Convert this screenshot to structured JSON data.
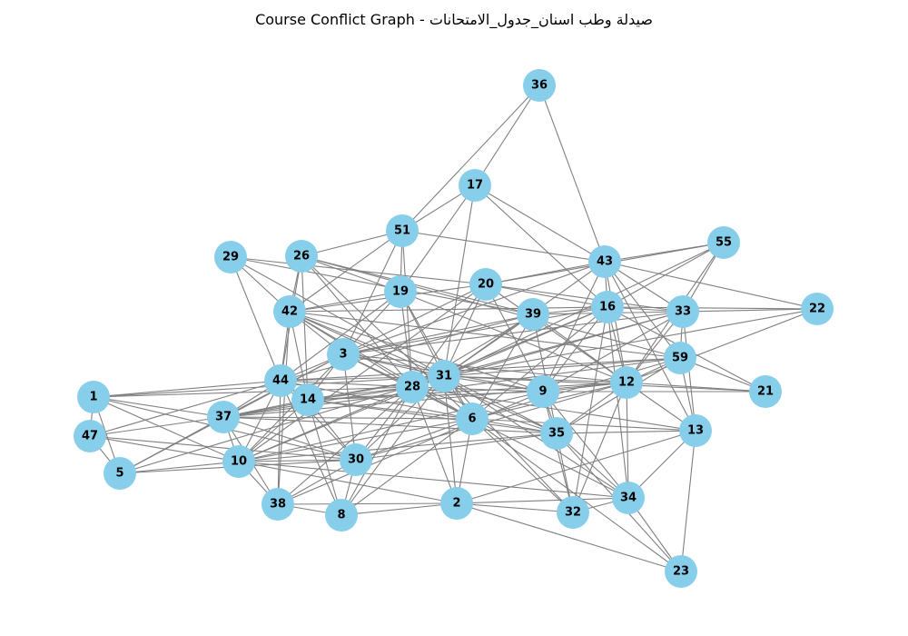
{
  "title": "Course Conflict Graph - صيدلة وطب اسنان_جدول_الامتحانات",
  "colors": {
    "node": "#87ceeb",
    "edge": "#808080",
    "label": "#000000",
    "background": "#ffffff"
  },
  "nodes": [
    {
      "id": "36",
      "label": "36"
    },
    {
      "id": "17",
      "label": "17"
    },
    {
      "id": "51",
      "label": "51"
    },
    {
      "id": "29",
      "label": "29"
    },
    {
      "id": "26",
      "label": "26"
    },
    {
      "id": "43",
      "label": "43"
    },
    {
      "id": "55",
      "label": "55"
    },
    {
      "id": "19",
      "label": "19"
    },
    {
      "id": "20",
      "label": "20"
    },
    {
      "id": "42",
      "label": "42"
    },
    {
      "id": "39",
      "label": "39"
    },
    {
      "id": "16",
      "label": "16"
    },
    {
      "id": "33",
      "label": "33"
    },
    {
      "id": "22",
      "label": "22"
    },
    {
      "id": "3",
      "label": "3"
    },
    {
      "id": "59",
      "label": "59"
    },
    {
      "id": "44",
      "label": "44"
    },
    {
      "id": "31",
      "label": "31"
    },
    {
      "id": "28",
      "label": "28"
    },
    {
      "id": "12",
      "label": "12"
    },
    {
      "id": "9",
      "label": "9"
    },
    {
      "id": "21",
      "label": "21"
    },
    {
      "id": "1",
      "label": "1"
    },
    {
      "id": "14",
      "label": "14"
    },
    {
      "id": "37",
      "label": "37"
    },
    {
      "id": "6",
      "label": "6"
    },
    {
      "id": "47",
      "label": "47"
    },
    {
      "id": "13",
      "label": "13"
    },
    {
      "id": "35",
      "label": "35"
    },
    {
      "id": "5",
      "label": "5"
    },
    {
      "id": "10",
      "label": "10"
    },
    {
      "id": "30",
      "label": "30"
    },
    {
      "id": "34",
      "label": "34"
    },
    {
      "id": "38",
      "label": "38"
    },
    {
      "id": "2",
      "label": "2"
    },
    {
      "id": "8",
      "label": "8"
    },
    {
      "id": "32",
      "label": "32"
    },
    {
      "id": "23",
      "label": "23"
    }
  ],
  "edges": [
    [
      "36",
      "17"
    ],
    [
      "36",
      "51"
    ],
    [
      "36",
      "43"
    ],
    [
      "17",
      "51"
    ],
    [
      "17",
      "19"
    ],
    [
      "17",
      "43"
    ],
    [
      "17",
      "16"
    ],
    [
      "17",
      "31"
    ],
    [
      "51",
      "26"
    ],
    [
      "51",
      "19"
    ],
    [
      "51",
      "43"
    ],
    [
      "51",
      "42"
    ],
    [
      "51",
      "28"
    ],
    [
      "51",
      "3"
    ],
    [
      "29",
      "42"
    ],
    [
      "29",
      "44"
    ],
    [
      "29",
      "39"
    ],
    [
      "29",
      "31"
    ],
    [
      "29",
      "20"
    ],
    [
      "26",
      "42"
    ],
    [
      "26",
      "44"
    ],
    [
      "26",
      "39"
    ],
    [
      "26",
      "59"
    ],
    [
      "26",
      "28"
    ],
    [
      "26",
      "6"
    ],
    [
      "26",
      "14"
    ],
    [
      "26",
      "19"
    ],
    [
      "43",
      "55"
    ],
    [
      "43",
      "20"
    ],
    [
      "43",
      "33"
    ],
    [
      "43",
      "12"
    ],
    [
      "43",
      "59"
    ],
    [
      "43",
      "13"
    ],
    [
      "43",
      "31"
    ],
    [
      "43",
      "22"
    ],
    [
      "43",
      "9"
    ],
    [
      "43",
      "16"
    ],
    [
      "43",
      "3"
    ],
    [
      "55",
      "16"
    ],
    [
      "55",
      "33"
    ],
    [
      "55",
      "12"
    ],
    [
      "55",
      "31"
    ],
    [
      "55",
      "20"
    ],
    [
      "19",
      "28"
    ],
    [
      "19",
      "31"
    ],
    [
      "19",
      "12"
    ],
    [
      "19",
      "3"
    ],
    [
      "19",
      "6"
    ],
    [
      "19",
      "44"
    ],
    [
      "19",
      "42"
    ],
    [
      "20",
      "42"
    ],
    [
      "20",
      "33"
    ],
    [
      "20",
      "12"
    ],
    [
      "20",
      "28"
    ],
    [
      "20",
      "31"
    ],
    [
      "20",
      "3"
    ],
    [
      "20",
      "9"
    ],
    [
      "20",
      "16"
    ],
    [
      "20",
      "10"
    ],
    [
      "42",
      "16"
    ],
    [
      "42",
      "3"
    ],
    [
      "42",
      "28"
    ],
    [
      "42",
      "31"
    ],
    [
      "42",
      "44"
    ],
    [
      "42",
      "35"
    ],
    [
      "42",
      "6"
    ],
    [
      "42",
      "14"
    ],
    [
      "42",
      "38"
    ],
    [
      "42",
      "59"
    ],
    [
      "42",
      "9"
    ],
    [
      "39",
      "3"
    ],
    [
      "39",
      "44"
    ],
    [
      "39",
      "28"
    ],
    [
      "39",
      "31"
    ],
    [
      "39",
      "16"
    ],
    [
      "39",
      "33"
    ],
    [
      "39",
      "12"
    ],
    [
      "39",
      "35"
    ],
    [
      "39",
      "6"
    ],
    [
      "16",
      "22"
    ],
    [
      "16",
      "33"
    ],
    [
      "16",
      "3"
    ],
    [
      "16",
      "31"
    ],
    [
      "16",
      "12"
    ],
    [
      "16",
      "28"
    ],
    [
      "16",
      "6"
    ],
    [
      "16",
      "9"
    ],
    [
      "16",
      "32"
    ],
    [
      "16",
      "21"
    ],
    [
      "16",
      "34"
    ],
    [
      "33",
      "22"
    ],
    [
      "33",
      "59"
    ],
    [
      "33",
      "12"
    ],
    [
      "33",
      "31"
    ],
    [
      "33",
      "28"
    ],
    [
      "33",
      "3"
    ],
    [
      "33",
      "13"
    ],
    [
      "33",
      "9"
    ],
    [
      "22",
      "31"
    ],
    [
      "22",
      "12"
    ],
    [
      "3",
      "44"
    ],
    [
      "3",
      "14"
    ],
    [
      "3",
      "31"
    ],
    [
      "3",
      "28"
    ],
    [
      "3",
      "10"
    ],
    [
      "3",
      "37"
    ],
    [
      "3",
      "5"
    ],
    [
      "3",
      "30"
    ],
    [
      "3",
      "6"
    ],
    [
      "3",
      "9"
    ],
    [
      "3",
      "12"
    ],
    [
      "59",
      "31"
    ],
    [
      "59",
      "12"
    ],
    [
      "59",
      "21"
    ],
    [
      "59",
      "44"
    ],
    [
      "59",
      "35"
    ],
    [
      "59",
      "13"
    ],
    [
      "59",
      "37"
    ],
    [
      "59",
      "6"
    ],
    [
      "44",
      "31"
    ],
    [
      "44",
      "28"
    ],
    [
      "44",
      "14"
    ],
    [
      "44",
      "10"
    ],
    [
      "44",
      "37"
    ],
    [
      "44",
      "47"
    ],
    [
      "44",
      "38"
    ],
    [
      "44",
      "8"
    ],
    [
      "44",
      "1"
    ],
    [
      "44",
      "30"
    ],
    [
      "44",
      "6"
    ],
    [
      "31",
      "12"
    ],
    [
      "31",
      "9"
    ],
    [
      "31",
      "6"
    ],
    [
      "31",
      "14"
    ],
    [
      "31",
      "28"
    ],
    [
      "31",
      "10"
    ],
    [
      "31",
      "30"
    ],
    [
      "31",
      "2"
    ],
    [
      "31",
      "35"
    ],
    [
      "31",
      "37"
    ],
    [
      "31",
      "32"
    ],
    [
      "31",
      "21"
    ],
    [
      "28",
      "9"
    ],
    [
      "28",
      "6"
    ],
    [
      "28",
      "35"
    ],
    [
      "28",
      "10"
    ],
    [
      "28",
      "37"
    ],
    [
      "28",
      "14"
    ],
    [
      "28",
      "8"
    ],
    [
      "28",
      "38"
    ],
    [
      "28",
      "2"
    ],
    [
      "28",
      "30"
    ],
    [
      "28",
      "1"
    ],
    [
      "12",
      "9"
    ],
    [
      "12",
      "21"
    ],
    [
      "12",
      "35"
    ],
    [
      "12",
      "32"
    ],
    [
      "12",
      "34"
    ],
    [
      "12",
      "13"
    ],
    [
      "12",
      "37"
    ],
    [
      "12",
      "6"
    ],
    [
      "9",
      "21"
    ],
    [
      "9",
      "35"
    ],
    [
      "9",
      "10"
    ],
    [
      "9",
      "14"
    ],
    [
      "1",
      "47"
    ],
    [
      "1",
      "5"
    ],
    [
      "1",
      "10"
    ],
    [
      "1",
      "37"
    ],
    [
      "1",
      "31"
    ],
    [
      "1",
      "30"
    ],
    [
      "14",
      "10"
    ],
    [
      "14",
      "37"
    ],
    [
      "14",
      "8"
    ],
    [
      "14",
      "35"
    ],
    [
      "14",
      "12"
    ],
    [
      "14",
      "30"
    ],
    [
      "14",
      "6"
    ],
    [
      "37",
      "47"
    ],
    [
      "37",
      "5"
    ],
    [
      "37",
      "10"
    ],
    [
      "37",
      "30"
    ],
    [
      "37",
      "38"
    ],
    [
      "37",
      "6"
    ],
    [
      "37",
      "35"
    ],
    [
      "6",
      "35"
    ],
    [
      "6",
      "2"
    ],
    [
      "6",
      "8"
    ],
    [
      "6",
      "10"
    ],
    [
      "6",
      "30"
    ],
    [
      "6",
      "32"
    ],
    [
      "6",
      "34"
    ],
    [
      "6",
      "23"
    ],
    [
      "6",
      "13"
    ],
    [
      "47",
      "5"
    ],
    [
      "47",
      "10"
    ],
    [
      "47",
      "30"
    ],
    [
      "13",
      "2"
    ],
    [
      "13",
      "23"
    ],
    [
      "13",
      "34"
    ],
    [
      "13",
      "35"
    ],
    [
      "13",
      "28"
    ],
    [
      "35",
      "10"
    ],
    [
      "35",
      "32"
    ],
    [
      "35",
      "34"
    ],
    [
      "35",
      "23"
    ],
    [
      "35",
      "30"
    ],
    [
      "5",
      "10"
    ],
    [
      "5",
      "30"
    ],
    [
      "5",
      "31"
    ],
    [
      "10",
      "38"
    ],
    [
      "10",
      "2"
    ],
    [
      "10",
      "34"
    ],
    [
      "10",
      "30"
    ],
    [
      "30",
      "38"
    ],
    [
      "30",
      "8"
    ],
    [
      "30",
      "12"
    ],
    [
      "34",
      "2"
    ],
    [
      "34",
      "23"
    ],
    [
      "34",
      "9"
    ],
    [
      "34",
      "32"
    ],
    [
      "34",
      "31"
    ],
    [
      "38",
      "8"
    ],
    [
      "38",
      "2"
    ],
    [
      "38",
      "9"
    ],
    [
      "2",
      "8"
    ],
    [
      "2",
      "23"
    ],
    [
      "2",
      "32"
    ],
    [
      "8",
      "31"
    ],
    [
      "32",
      "9"
    ]
  ]
}
